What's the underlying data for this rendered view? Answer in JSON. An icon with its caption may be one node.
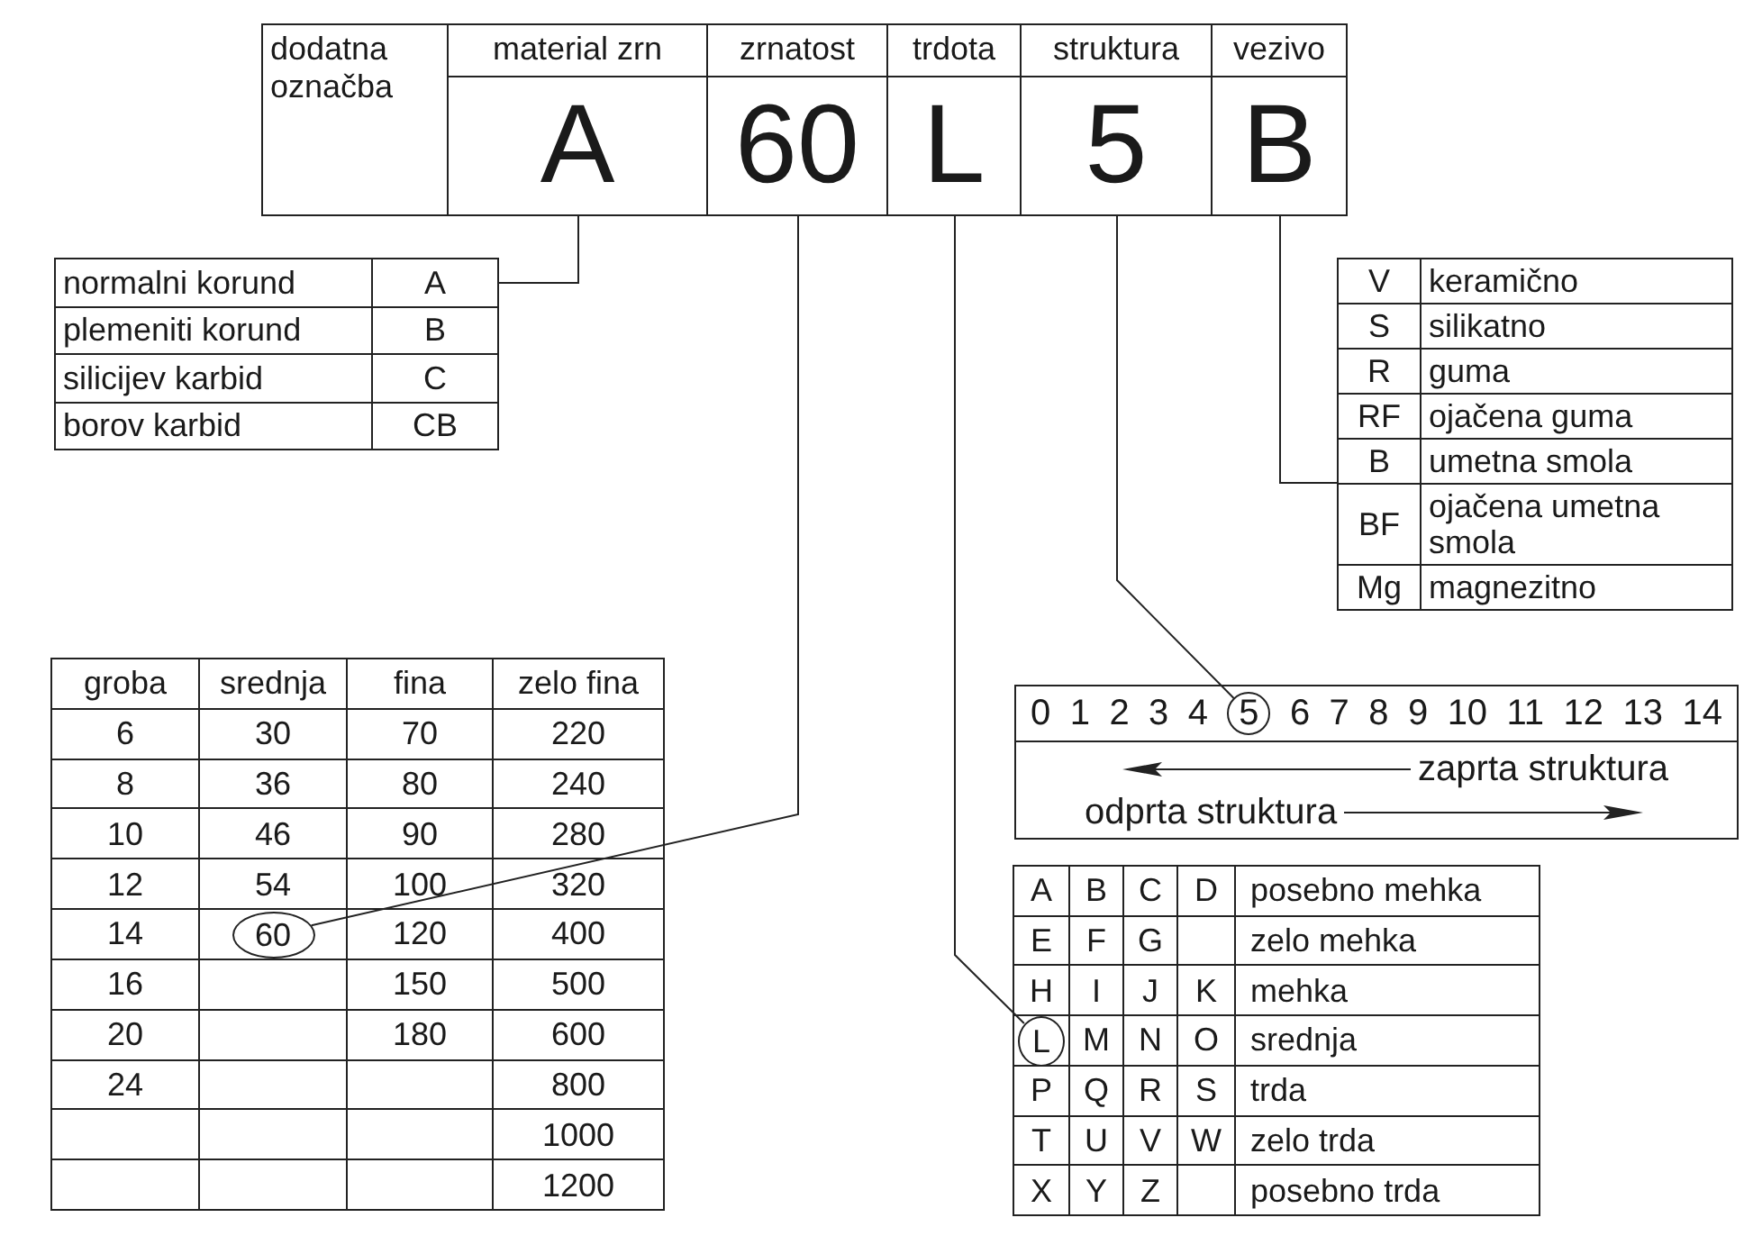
{
  "diagram": {
    "nodes": [
      {
        "text": [
          "dodatna označba"
        ]
      },
      {
        "text": [
          "material zrn",
          "A"
        ]
      },
      {
        "text": [
          "zrnatost",
          "60"
        ]
      },
      {
        "text": [
          "trdota",
          "L"
        ]
      },
      {
        "text": [
          "struktura",
          "5"
        ]
      },
      {
        "text": [
          "vezivo",
          "B"
        ]
      },
      {
        "text": [
          "normalni korund",
          "A",
          "plemeniti korund",
          "B",
          "silicijev karbid",
          "C",
          "borov karbid",
          "CB"
        ]
      },
      {
        "text": [
          "V",
          "keramično",
          "S",
          "silikatno",
          "R",
          "guma",
          "RF",
          "ojačena guma",
          "B",
          "umetna smola",
          "BF",
          "ojačena umetna smola",
          "Mg",
          "magnezitno"
        ]
      },
      {
        "text": [
          "groba",
          "srednja",
          "fina",
          "zelo fina",
          "6",
          "30",
          "70",
          "220",
          "8",
          "36",
          "80",
          "240",
          "10",
          "46",
          "90",
          "280",
          "12",
          "54",
          "100",
          "320",
          "14",
          "120",
          "400",
          "16",
          "150",
          "500",
          "20",
          "180",
          "600",
          "24",
          "800",
          "1000",
          "1200"
        ]
      },
      {
        "text": [
          "60"
        ],
        "in": 8
      },
      {
        "text": [
          "0",
          "1",
          "2",
          "3",
          "4",
          "6",
          "7",
          "8",
          "9",
          "10",
          "11",
          "12",
          "13",
          "14",
          "zaprta struktura",
          "odprta struktura"
        ]
      },
      {
        "text": [
          "5"
        ],
        "in": 10
      },
      {
        "text": [
          "A",
          "B",
          "C",
          "D",
          "posebno mehka",
          "E",
          "F",
          "G",
          "zelo mehka",
          "H",
          "I",
          "J",
          "K",
          "mehka",
          "M",
          "N",
          "O",
          "srednja",
          "P",
          "Q",
          "R",
          "S",
          "trda",
          "T",
          "U",
          "V",
          "W",
          "zelo trda",
          "X",
          "Y",
          "Z",
          "posebno trda"
        ]
      },
      {
        "text": [
          "L"
        ],
        "in": 12
      }
    ],
    "edges": [
      {
        "from": 1,
        "to": 6,
        "arrow": "none"
      },
      {
        "from": 2,
        "to": 9,
        "arrow": "none"
      },
      {
        "from": 3,
        "to": 13,
        "arrow": "none"
      },
      {
        "from": 4,
        "to": 11,
        "arrow": "none"
      },
      {
        "from": 5,
        "to": 7,
        "arrow": "none"
      }
    ]
  }
}
